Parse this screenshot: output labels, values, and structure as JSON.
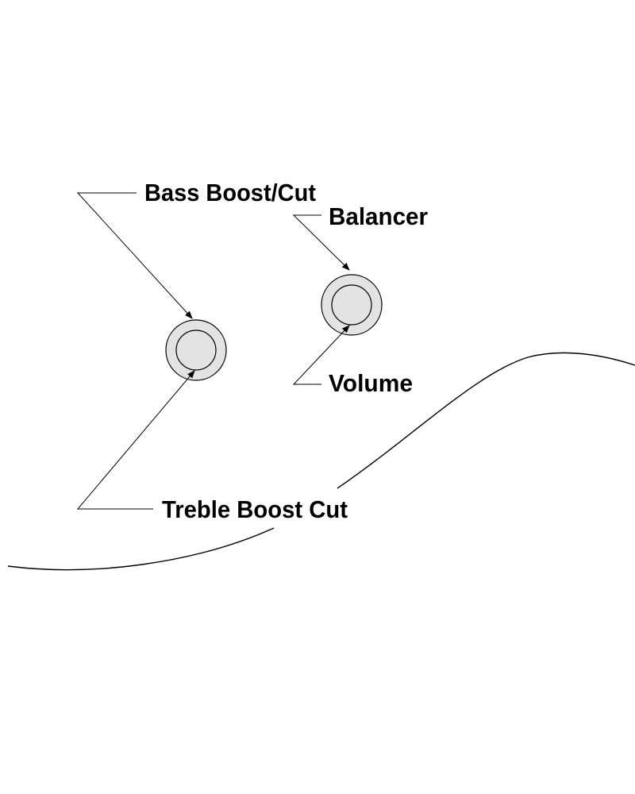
{
  "labels": {
    "bass": "Bass Boost/Cut",
    "balancer": "Balancer",
    "volume": "Volume",
    "treble": "Treble Boost Cut"
  },
  "colors": {
    "knob_fill": "#e3e3e3",
    "line": "#000000",
    "background": "#ffffff"
  }
}
